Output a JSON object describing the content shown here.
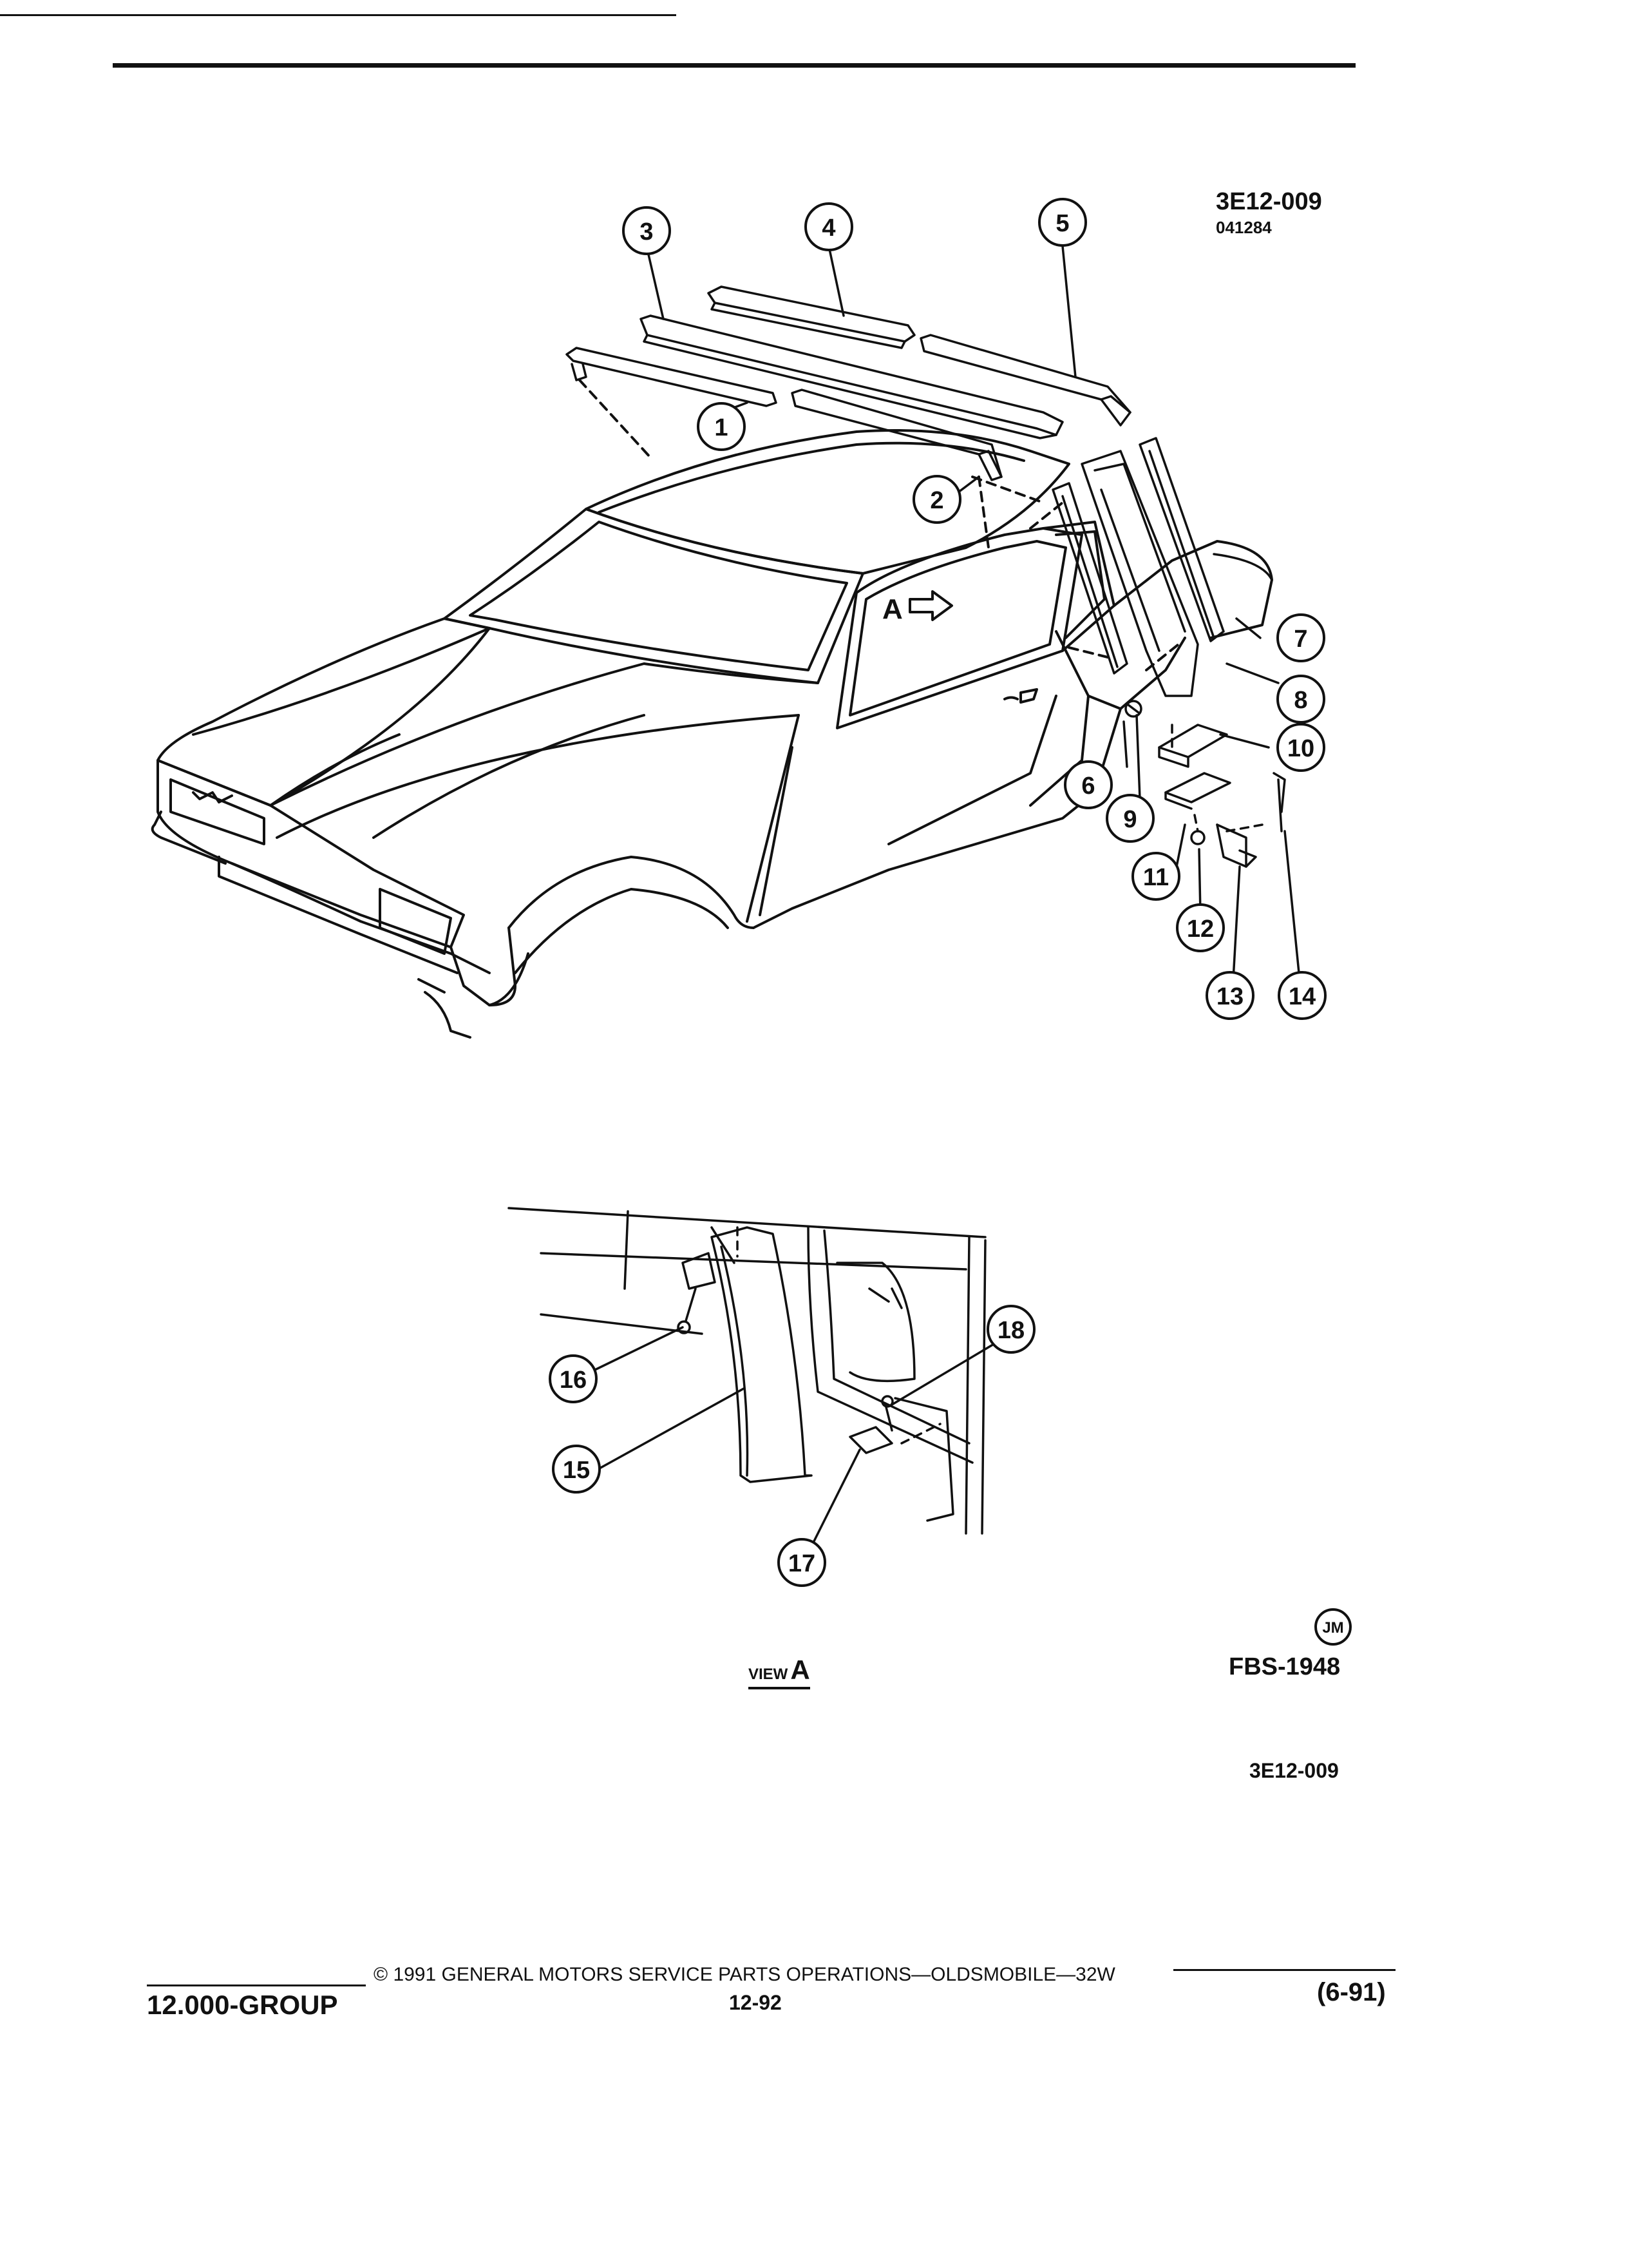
{
  "header": {
    "drawing_code": "3E12-009",
    "drawing_date": "041284"
  },
  "view_a": {
    "arrow_label": "A",
    "caption_prefix": "VIEW",
    "caption_letter": "A"
  },
  "callouts": [
    "1",
    "2",
    "3",
    "4",
    "5",
    "6",
    "7",
    "8",
    "9",
    "10",
    "11",
    "12",
    "13",
    "14",
    "15",
    "16",
    "17",
    "18"
  ],
  "stamp": {
    "initials": "JM",
    "code": "FBS-1948"
  },
  "figure_code": "3E12-009",
  "footer": {
    "copyright": "© 1991 GENERAL MOTORS SERVICE PARTS OPERATIONS—OLDSMOBILE—32W",
    "group": "12.000-GROUP",
    "page": "12-92",
    "revision": "(6-91)"
  }
}
